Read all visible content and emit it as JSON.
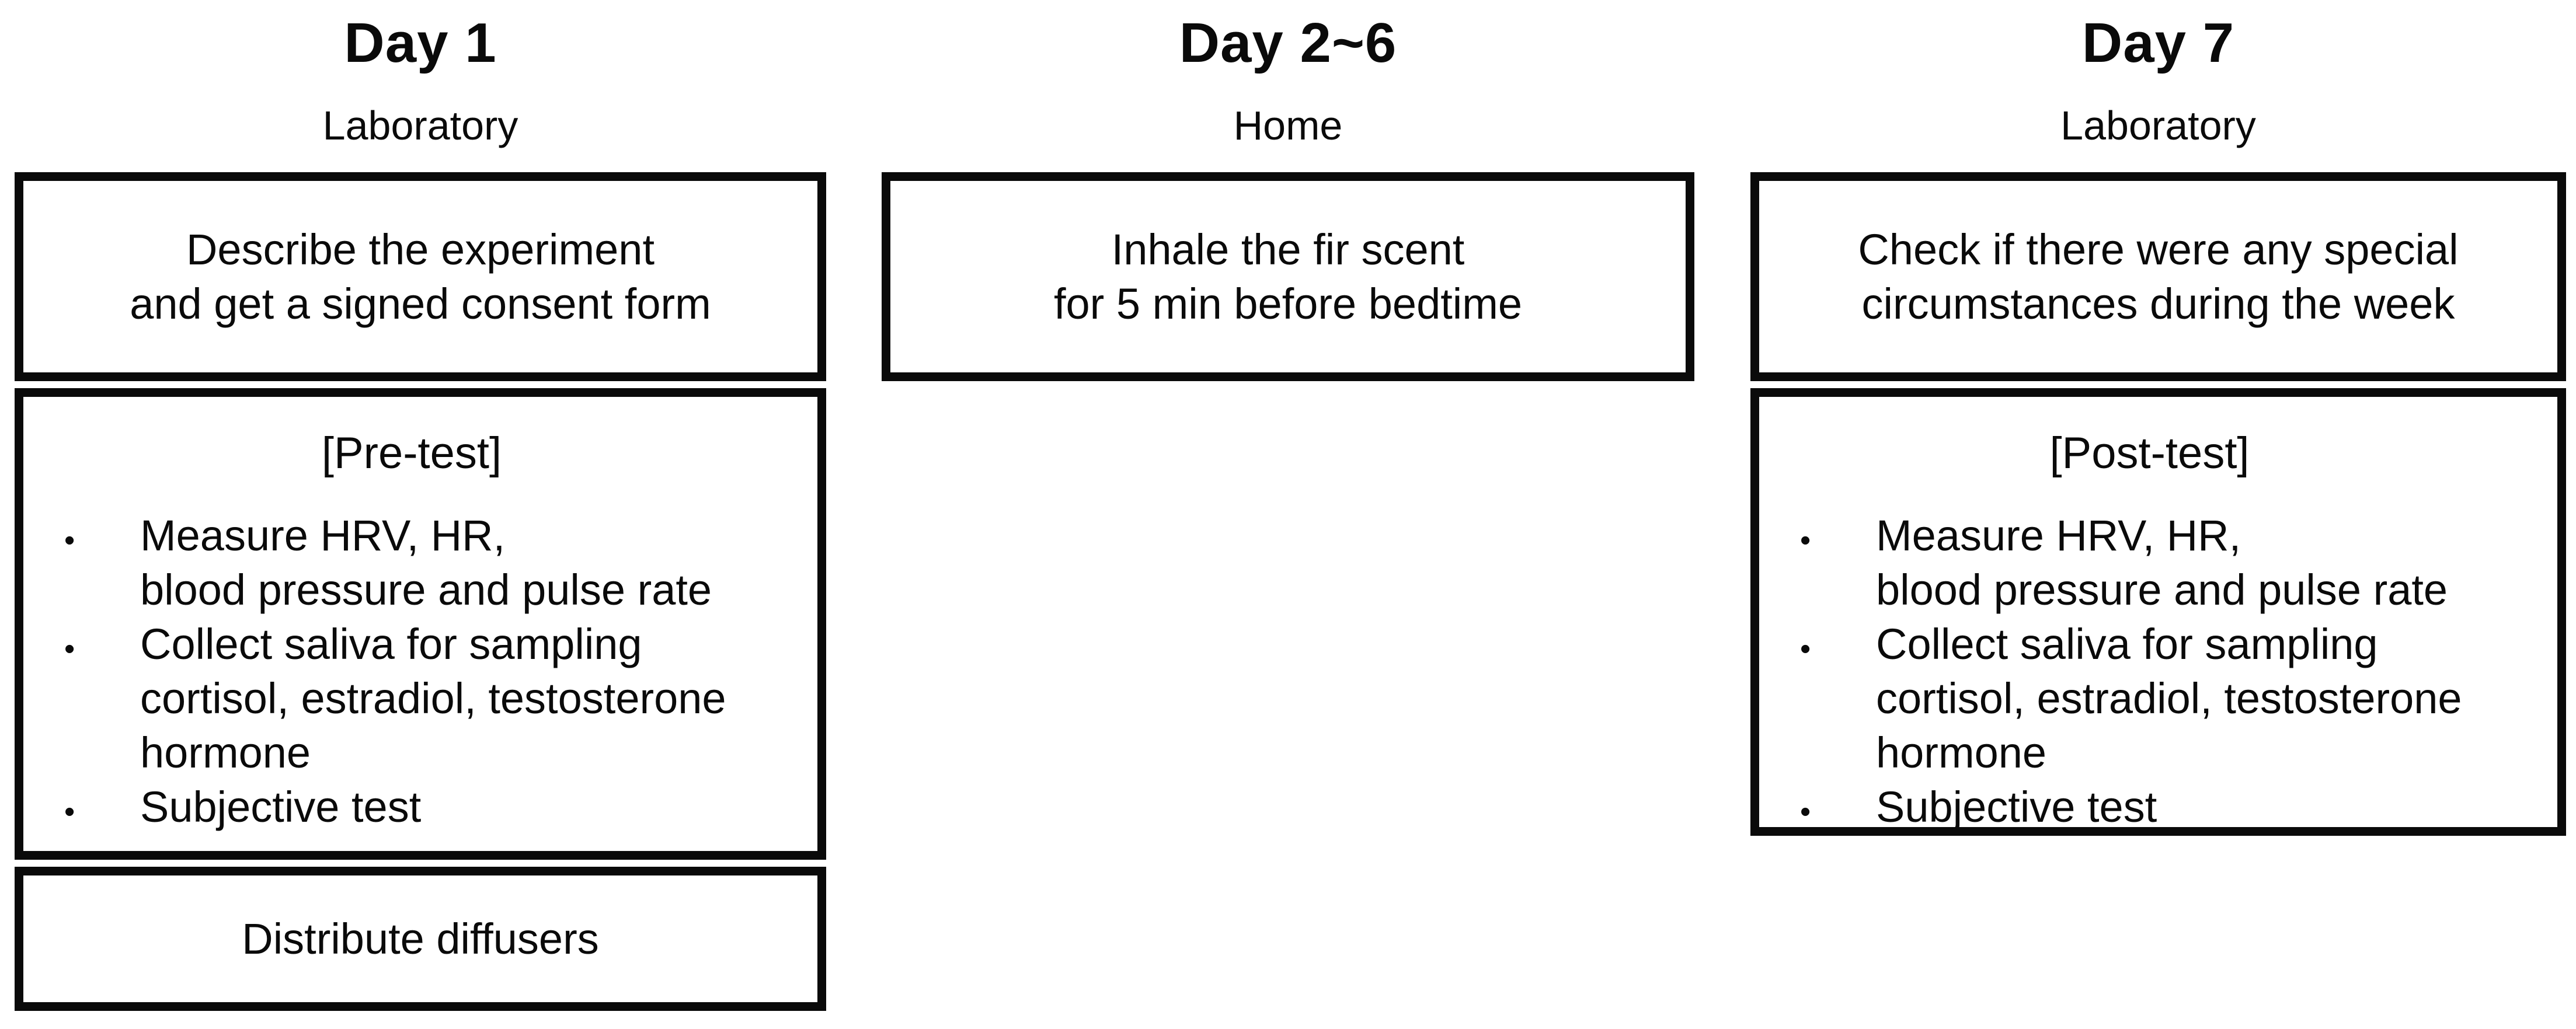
{
  "glyphs": {
    "bullet": "•"
  },
  "colors": {
    "border": "#000000",
    "text": "#000000",
    "background": "#ffffff"
  },
  "columns": [
    {
      "title": "Day 1",
      "location": "Laboratory",
      "boxes": [
        {
          "type": "plain",
          "text": "Describe the experiment\nand get a signed consent form"
        },
        {
          "type": "list",
          "heading": "[Pre-test]",
          "items": [
            "Measure HRV, HR,\nblood pressure and pulse rate",
            "Collect saliva for sampling\ncortisol, estradiol, testosterone\nhormone",
            "Subjective test"
          ]
        },
        {
          "type": "plain",
          "text": "Distribute diffusers"
        }
      ]
    },
    {
      "title": "Day 2~6",
      "location": "Home",
      "boxes": [
        {
          "type": "plain",
          "text": "Inhale the fir scent\nfor 5 min before bedtime"
        }
      ]
    },
    {
      "title": "Day 7",
      "location": "Laboratory",
      "boxes": [
        {
          "type": "plain",
          "text": "Check if there were any special\ncircumstances during the week"
        },
        {
          "type": "list",
          "heading": "[Post-test]",
          "items": [
            "Measure HRV, HR,\nblood pressure and pulse rate",
            "Collect saliva for sampling\ncortisol, estradiol, testosterone\nhormone",
            "Subjective test"
          ]
        }
      ]
    }
  ]
}
